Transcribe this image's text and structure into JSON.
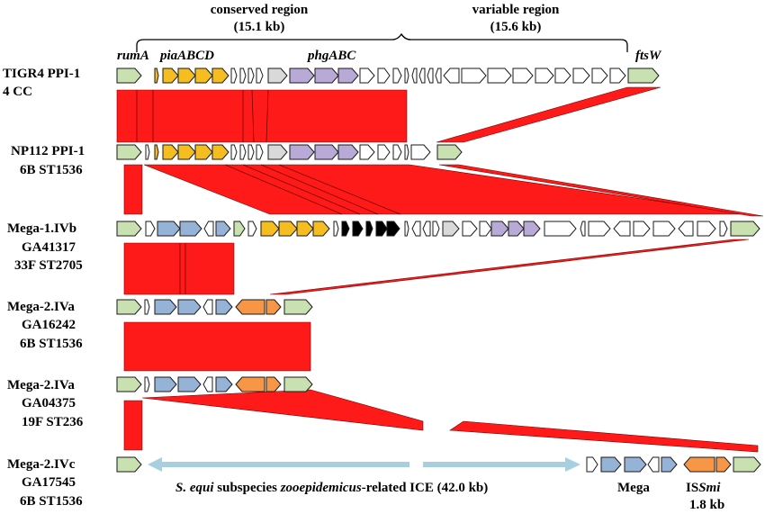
{
  "header": {
    "conserved": {
      "label": "conserved region",
      "size": "(15.1 kb)"
    },
    "variable": {
      "label": "variable region",
      "size": "(15.6 kb)"
    }
  },
  "gene_labels": {
    "rumA": "rumA",
    "piaABCD": "piaABCD",
    "phgABC": "phgABC",
    "ftsW": "ftsW"
  },
  "tracks": [
    {
      "lines": [
        "TIGR4 PPI-1",
        "4 CC"
      ]
    },
    {
      "lines": [
        "NP112 PPI-1",
        "6B ST1536"
      ]
    },
    {
      "lines": [
        "Mega-1.IVb",
        "GA41317",
        "33F ST2705"
      ]
    },
    {
      "lines": [
        "Mega-2.IVa",
        "GA16242",
        "6B ST1536"
      ]
    },
    {
      "lines": [
        "Mega-2.IVa",
        "GA04375",
        "19F ST236"
      ]
    },
    {
      "lines": [
        "Mega-2.IVc",
        "GA17545",
        "6B ST1536"
      ]
    }
  ],
  "ice_label": {
    "species": "S. equi",
    "mid1": " subspecies ",
    "subspecies": "zooepidemicus",
    "rest": "-related ICE (42.0 kb)"
  },
  "mega_label": "Mega",
  "issmi": {
    "prefix": "IS",
    "name": "Smi",
    "size": "1.8 kb"
  },
  "colors": {
    "homology": "#ff1a1a",
    "edge": "#7a0000",
    "rumA_ftsW": "#c9e0b0",
    "pia": "#f5bd1f",
    "phg": "#b9a9d6",
    "grey": "#d9d9d9",
    "blue": "#95b3d7",
    "orange": "#f79646",
    "black": "#000000",
    "white": "#ffffff",
    "ice_arrow": "#a8cfe0"
  }
}
